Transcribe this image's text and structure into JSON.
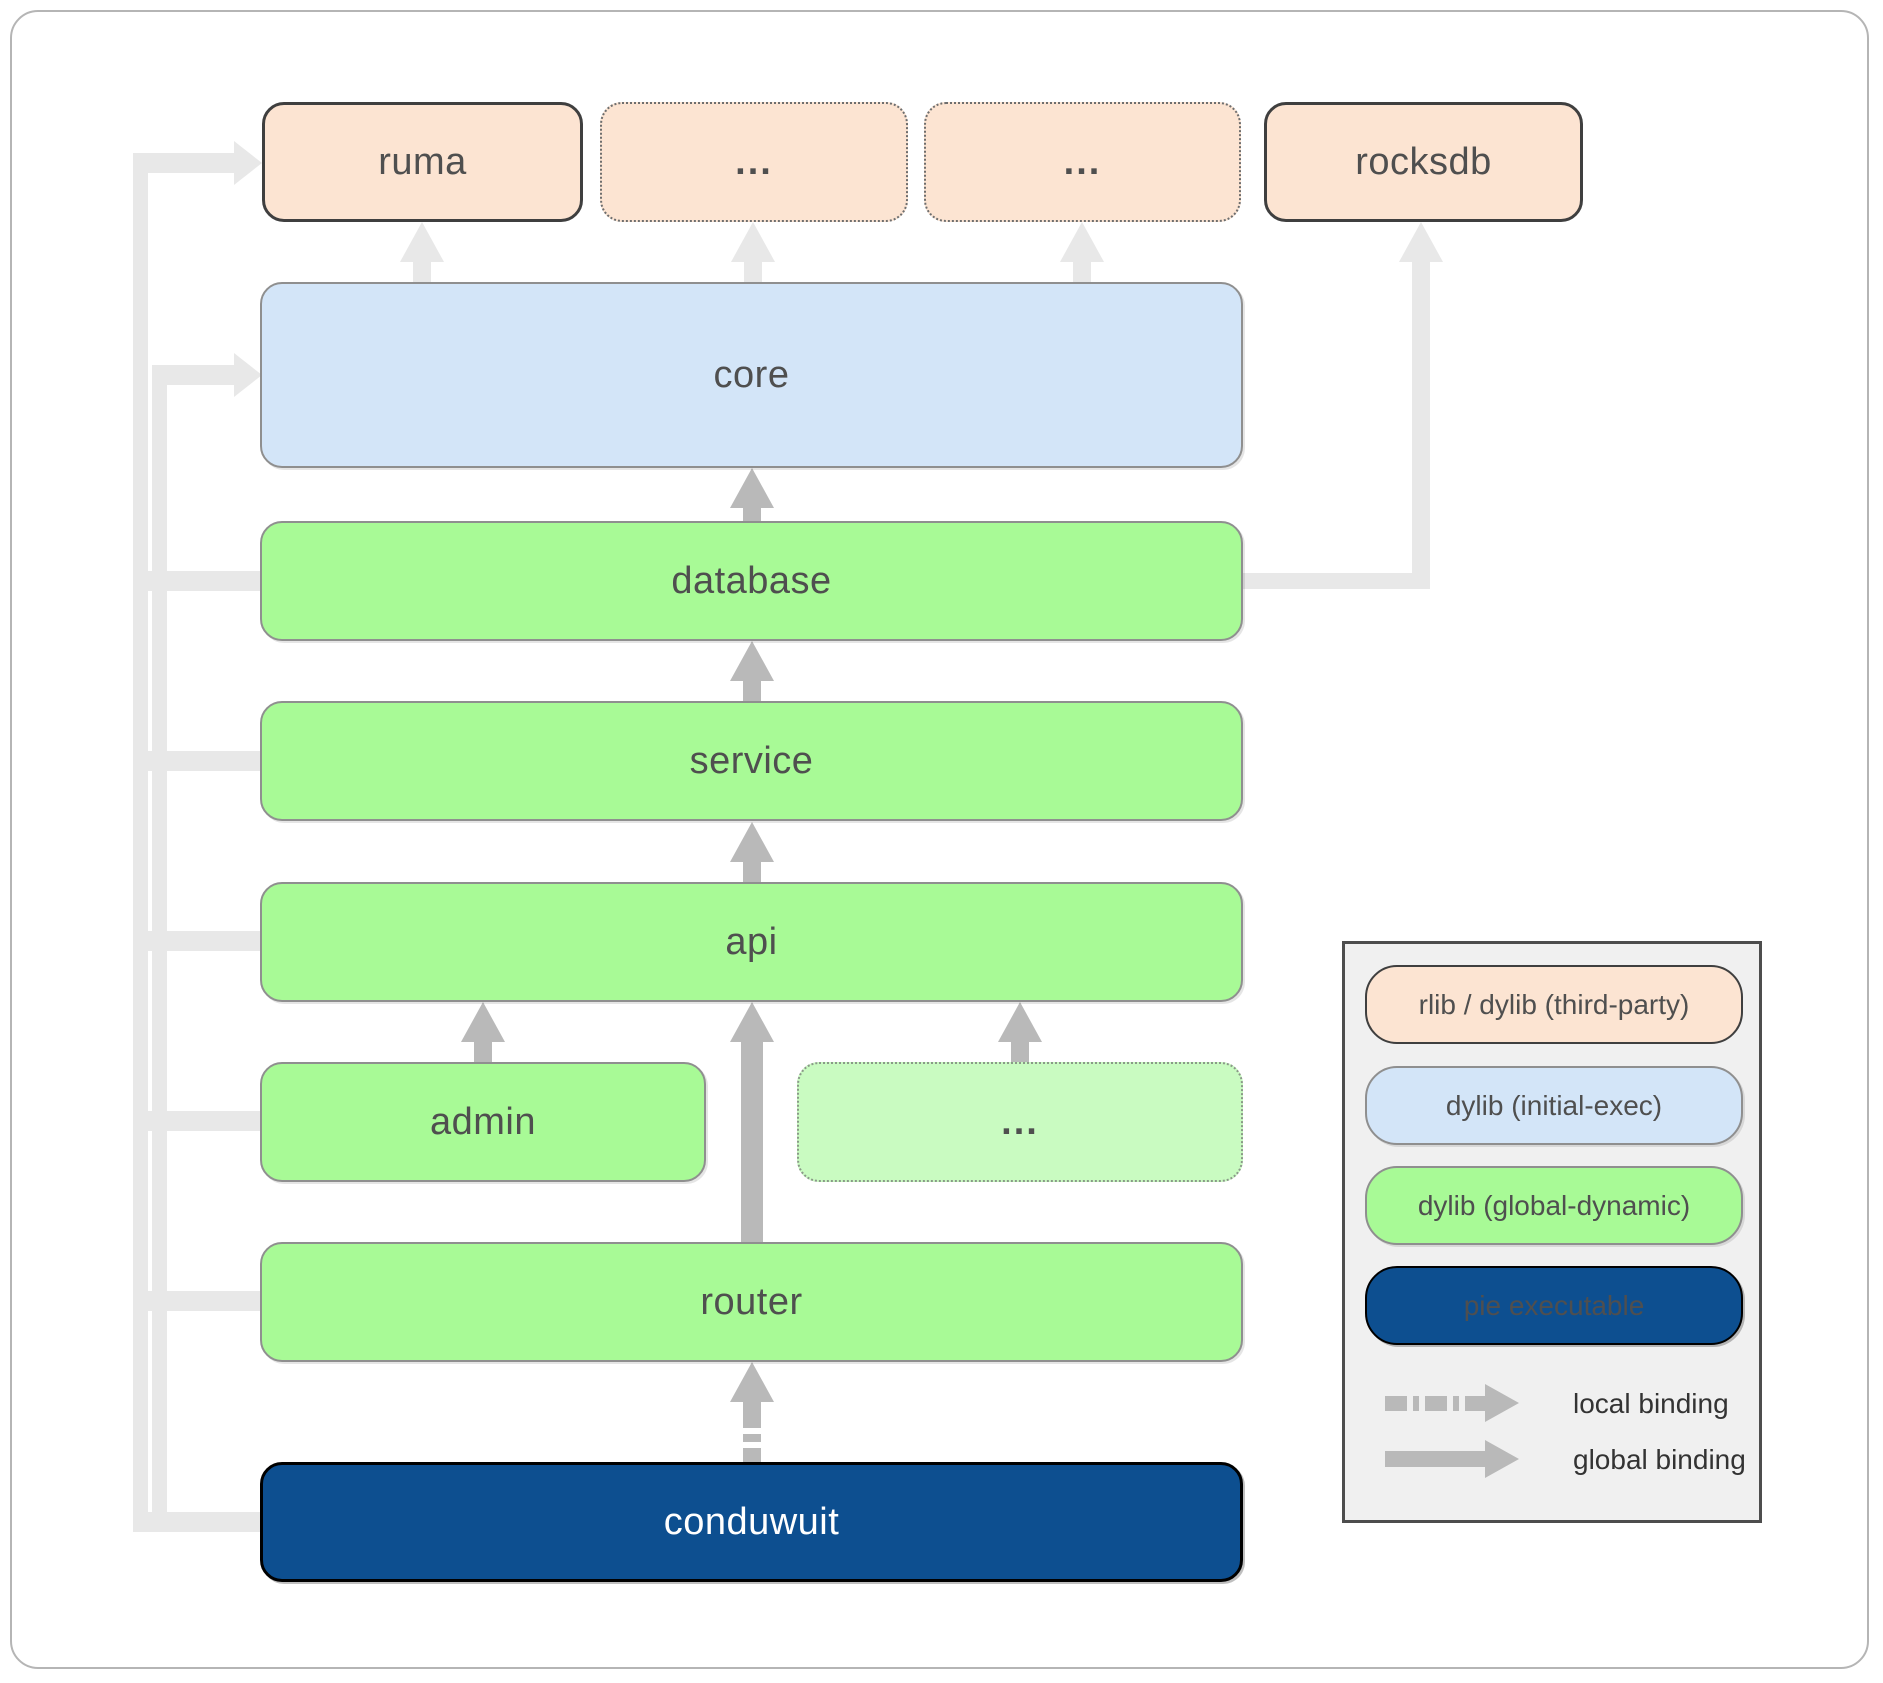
{
  "nodes": {
    "ruma": {
      "label": "ruma",
      "type": "rlib / dylib (third-party)"
    },
    "top_dots_1": {
      "label": "...",
      "type": "rlib / dylib (third-party)"
    },
    "top_dots_2": {
      "label": "...",
      "type": "rlib / dylib (third-party)"
    },
    "rocksdb": {
      "label": "rocksdb",
      "type": "rlib / dylib (third-party)"
    },
    "core": {
      "label": "core",
      "type": "dylib (initial-exec)"
    },
    "database": {
      "label": "database",
      "type": "dylib (global-dynamic)"
    },
    "service": {
      "label": "service",
      "type": "dylib (global-dynamic)"
    },
    "api": {
      "label": "api",
      "type": "dylib (global-dynamic)"
    },
    "admin": {
      "label": "admin",
      "type": "dylib (global-dynamic)"
    },
    "mid_dots": {
      "label": "...",
      "type": "dylib (global-dynamic)"
    },
    "router": {
      "label": "router",
      "type": "dylib (global-dynamic)"
    },
    "conduwuit": {
      "label": "conduwuit",
      "type": "pie executable"
    }
  },
  "edges": [
    {
      "from": "conduwuit",
      "to": "router",
      "binding": "local"
    },
    {
      "from": "router",
      "to": "api",
      "binding": "global"
    },
    {
      "from": "admin",
      "to": "api",
      "binding": "global"
    },
    {
      "from": "mid_dots",
      "to": "api",
      "binding": "global"
    },
    {
      "from": "api",
      "to": "service",
      "binding": "global"
    },
    {
      "from": "service",
      "to": "database",
      "binding": "global"
    },
    {
      "from": "database",
      "to": "core",
      "binding": "global"
    },
    {
      "from": "database",
      "to": "rocksdb",
      "binding": "global"
    },
    {
      "from": "core",
      "to": "ruma",
      "binding": "global"
    },
    {
      "from": "core",
      "to": "top_dots_1",
      "binding": "global"
    },
    {
      "from": "core",
      "to": "top_dots_2",
      "binding": "global"
    },
    {
      "from": "left-bus",
      "to": "ruma",
      "binding": "global"
    },
    {
      "from": "left-bus",
      "to": "core",
      "binding": "global"
    }
  ],
  "bus_connected_nodes": [
    "database",
    "service",
    "api",
    "admin",
    "router",
    "conduwuit"
  ],
  "legend": {
    "items": [
      {
        "label": "rlib / dylib (third-party)",
        "type": "third-party"
      },
      {
        "label": "dylib (initial-exec)",
        "type": "initial-exec"
      },
      {
        "label": "dylib (global-dynamic)",
        "type": "global-dynamic"
      },
      {
        "label": "pie executable",
        "type": "pie-executable"
      }
    ],
    "bindings": [
      {
        "label": "local binding",
        "style": "dashed"
      },
      {
        "label": "global binding",
        "style": "solid"
      }
    ]
  },
  "colors": {
    "peach-fill": "#fce4d2",
    "blue-fill": "#d3e5f8",
    "green-fill": "#a8fa96",
    "green-light-fill": "#c9fbc1",
    "navy-fill": "#0d4f90",
    "bus-line": "#e8e8e8",
    "arrow": "#b9b9b9",
    "text": "#4f4f4f",
    "legend-bg": "#f0f0f0",
    "box-border-dark": "#3f3f3f",
    "box-border-gray": "#8f8f8f"
  }
}
